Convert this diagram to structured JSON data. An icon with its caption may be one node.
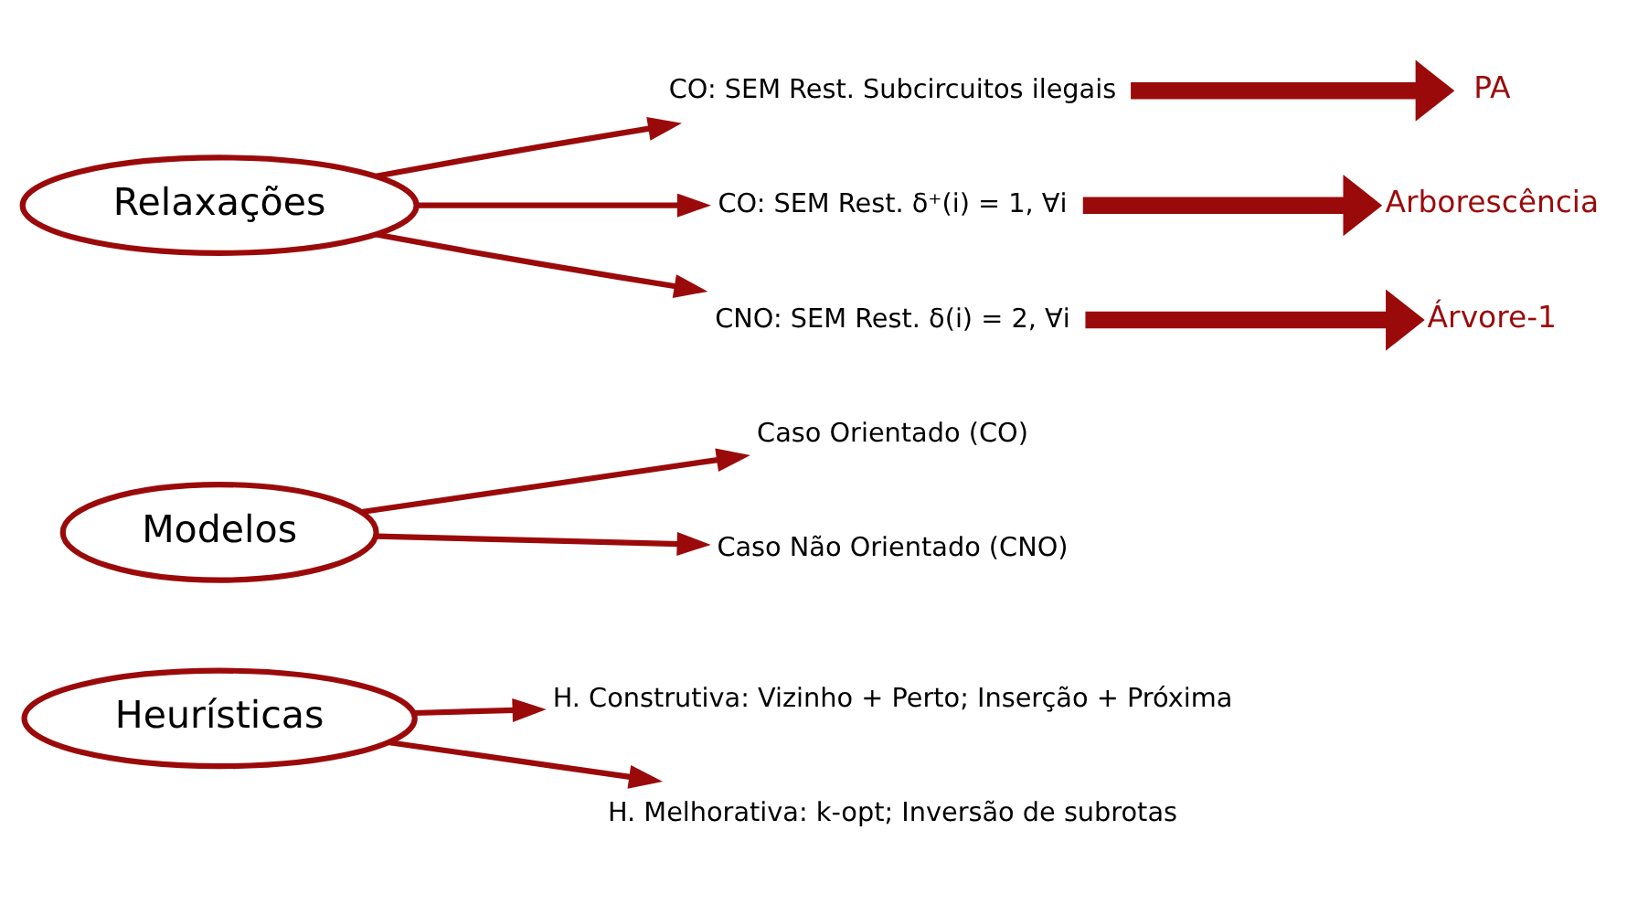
{
  "diagram": {
    "nodes": [
      {
        "text": [
          "Heurísticas"
        ]
      },
      {
        "text": [
          "H. Construtiva: Vizinho + Perto; Inserção + Próxima"
        ]
      },
      {
        "text": [
          "H. Melhorativa: k-opt; Inversão de subrotas"
        ]
      },
      {
        "text": [
          "Modelos"
        ]
      },
      {
        "text": [
          "Caso Orientado (CO)"
        ]
      },
      {
        "text": [
          "Caso Não Orientado (CNO)"
        ]
      },
      {
        "text": [
          "Relaxações"
        ]
      },
      {
        "text": [
          "CO: SEM Rest. Subcircuitos ilegais"
        ]
      },
      {
        "text": [
          "PA"
        ]
      },
      {
        "text": [
          "CO: SEM Rest. δ⁺(i) = 1, ∀i"
        ]
      },
      {
        "text": [
          "Arborescência"
        ]
      },
      {
        "text": [
          "CNO: SEM Rest. δ(i) = 2, ∀i"
        ]
      },
      {
        "text": [
          "Árvore-1"
        ]
      }
    ],
    "edges": [
      {
        "from": 0,
        "to": 1,
        "arrow": "to"
      },
      {
        "from": 0,
        "to": 2,
        "arrow": "to"
      },
      {
        "from": 3,
        "to": 4,
        "arrow": "to"
      },
      {
        "from": 3,
        "to": 5,
        "arrow": "to"
      },
      {
        "from": 6,
        "to": 7,
        "arrow": "to"
      },
      {
        "from": 6,
        "to": 9,
        "arrow": "to"
      },
      {
        "from": 6,
        "to": 11,
        "arrow": "to"
      },
      {
        "from": 7,
        "to": 8,
        "arrow": "to",
        "style": "thick"
      },
      {
        "from": 9,
        "to": 10,
        "arrow": "to",
        "style": "thick"
      },
      {
        "from": 11,
        "to": 12,
        "arrow": "to",
        "style": "thick"
      }
    ]
  }
}
